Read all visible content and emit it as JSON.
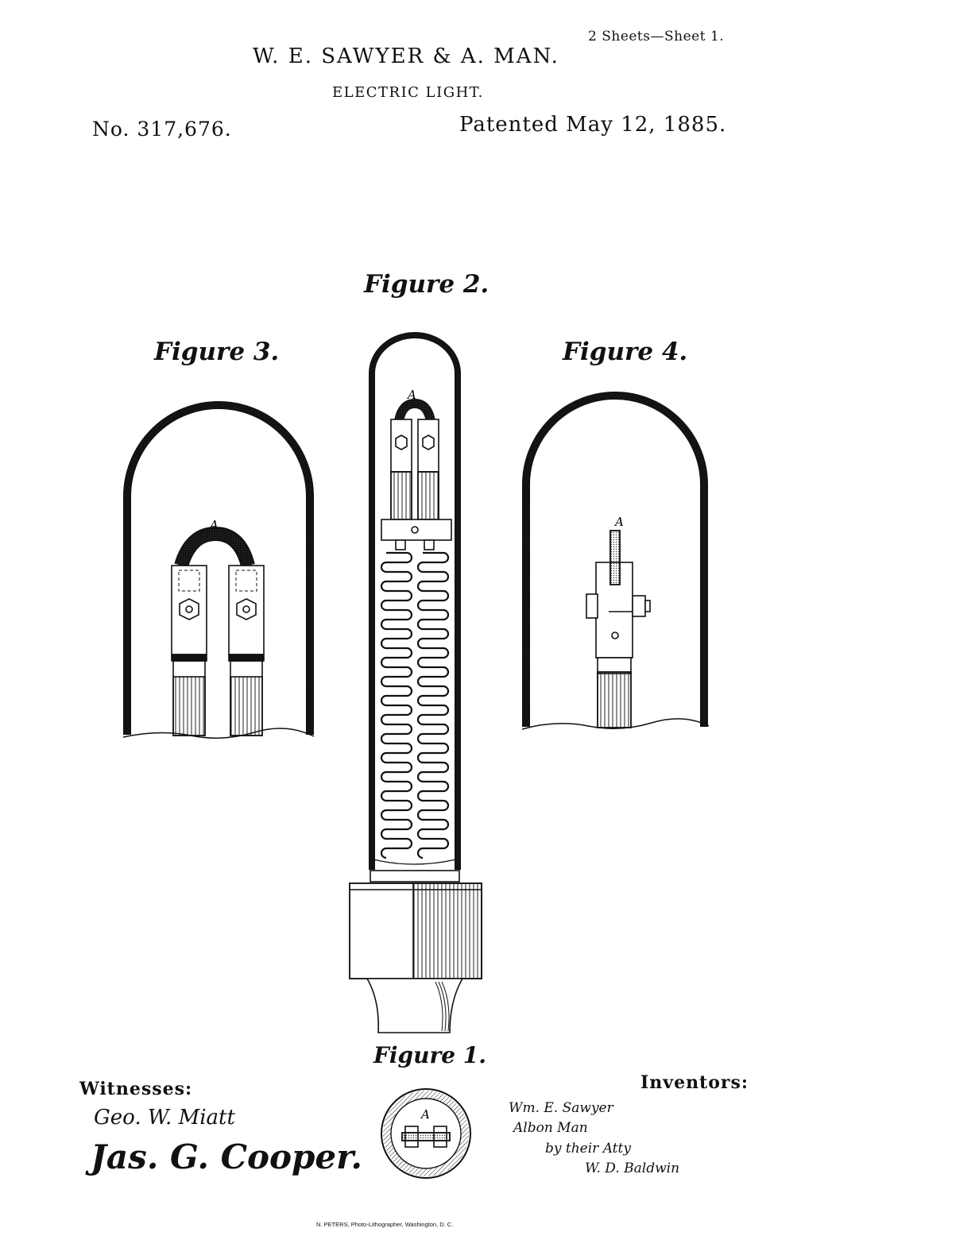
{
  "header": {
    "sheet_label": "2 Sheets—Sheet 1.",
    "inventors_title": "W. E. SAWYER & A. MAN.",
    "invention_title": "ELECTRIC LIGHT.",
    "patent_number": "No. 317,676.",
    "patent_date": "Patented May 12, 1885."
  },
  "figures": {
    "figure_2": "Figure 2.",
    "figure_3": "Figure 3.",
    "figure_4": "Figure 4.",
    "figure_1": "Figure 1.",
    "part_label": "A"
  },
  "witnesses": {
    "label": "Witnesses:",
    "signatures": [
      "Geo. W. Miatt",
      "Jas. G. Cooper."
    ]
  },
  "inventors": {
    "label": "Inventors:",
    "signatures": [
      "Wm. E. Sawyer",
      "Albon Man",
      "by their Atty",
      "W. D. Baldwin"
    ]
  },
  "footer": {
    "lithographer": "N. PETERS, Photo-Lithographer, Washington, D. C."
  }
}
